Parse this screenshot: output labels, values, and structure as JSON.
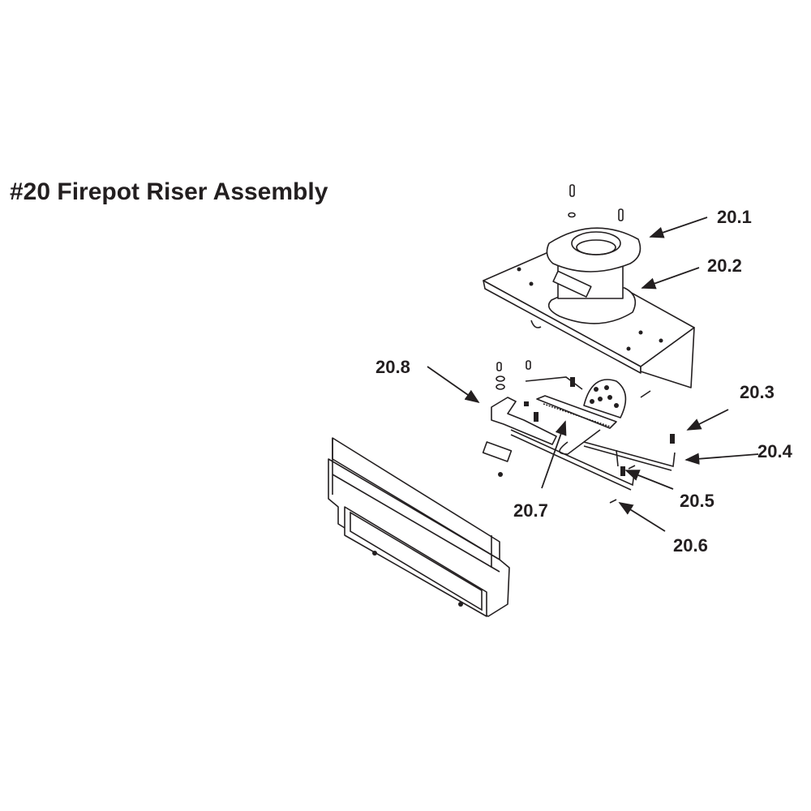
{
  "title": "#20 Firepot Riser Assembly",
  "callouts": [
    {
      "id": "20.1",
      "label": "20.1"
    },
    {
      "id": "20.2",
      "label": "20.2"
    },
    {
      "id": "20.3",
      "label": "20.3"
    },
    {
      "id": "20.4",
      "label": "20.4"
    },
    {
      "id": "20.5",
      "label": "20.5"
    },
    {
      "id": "20.6",
      "label": "20.6"
    },
    {
      "id": "20.7",
      "label": "20.7"
    },
    {
      "id": "20.8",
      "label": "20.8"
    }
  ],
  "colors": {
    "ink": "#231f20",
    "background": "#ffffff"
  }
}
